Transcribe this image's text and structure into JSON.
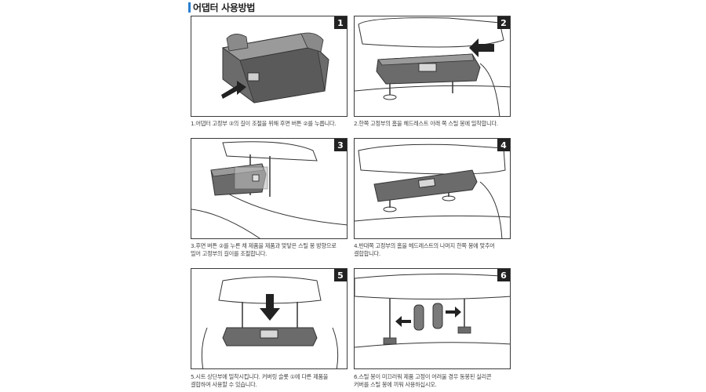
{
  "heading": "어댑터 사용방법",
  "steps": [
    {
      "number": "1",
      "caption": "1.어댑터 고정부 ③의 길이 조절을 위해 후면 버튼 ②를 누릅니다."
    },
    {
      "number": "2",
      "caption": "2.한쪽 고정부의 홈을 헤드레스트 아래 쪽 스틸 봉에 밀착합니다."
    },
    {
      "number": "3",
      "caption": "3.후면 버튼 ②를 누른 채 제품을 제품과 맞닿은 스틸 봉 방향으로\n  밀어 고정부의 길이를 조절합니다."
    },
    {
      "number": "4",
      "caption": "4.반대쪽 고정부의 홈을 헤드레스트의 나머지 한쪽 봉에 맞추어\n  결합합니다."
    },
    {
      "number": "5",
      "caption": "5.시트 상단부에 밀착시킵니다. 커버링 슬롯 ①에 다른 제품을\n  결합하여 사용할 수 있습니다."
    },
    {
      "number": "6",
      "caption": "6.스틸 봉이 미끄러워 제품 고정이 어려울 경우 동봉된 실리콘\n  커버를 스틸 봉에 끼워 사용하십시오."
    }
  ],
  "colors": {
    "accent": "#2a7fd0",
    "line": "#3a3a3a",
    "device": "#6b6b6b",
    "arrow": "#222222"
  }
}
